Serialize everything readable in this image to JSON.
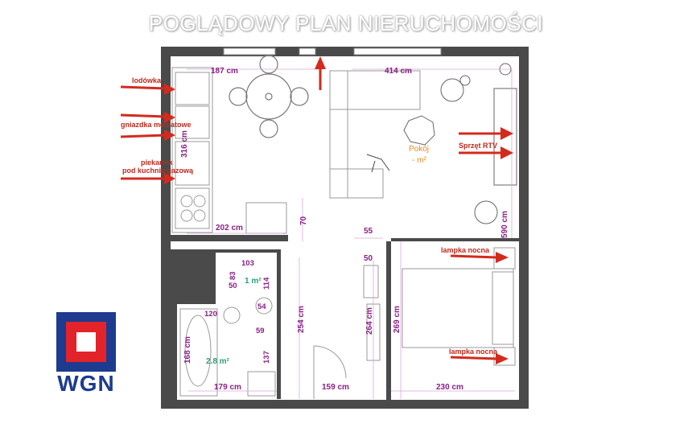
{
  "title": "POGLĄDOWY PLAN NIERUCHOMOŚCI",
  "annotations": {
    "fridge": "lodówka",
    "sockets": "gniazdka meblatowe",
    "oven_line1": "piekarnik",
    "oven_line2": "pod kuchnią gazową",
    "tv": "Sprzęt RTV",
    "lamp_top": "lampka nocna",
    "lamp_bottom": "lampka nocna"
  },
  "rooms": {
    "living_name": "Pokój",
    "living_area": "- m²",
    "wc_area": "1 m²",
    "bath_area": "2.8 m²"
  },
  "dimensions": {
    "d187": "187 cm",
    "d414": "414 cm",
    "d316": "316 cm",
    "d202": "202 cm",
    "d70": "70",
    "d55": "55",
    "d50a": "50",
    "d590": "590 cm",
    "d103": "103",
    "d83": "83",
    "d50b": "50",
    "d114": "114",
    "d54": "54",
    "d120": "120",
    "d59": "59",
    "d168": "168 cm",
    "d137": "137",
    "d254": "254 cm",
    "d264": "264 cm",
    "d269": "269 cm",
    "d179": "179 cm",
    "d159": "159 cm",
    "d230": "230 cm"
  },
  "logo": {
    "text": "WGN",
    "colors": {
      "blue": "#1d3b8f",
      "red": "#e3232a"
    }
  },
  "colors": {
    "annotation": "#c0281b",
    "dimension": "#8a1f86",
    "area": "#2c9e7a",
    "wall": "#4a4a4a"
  }
}
